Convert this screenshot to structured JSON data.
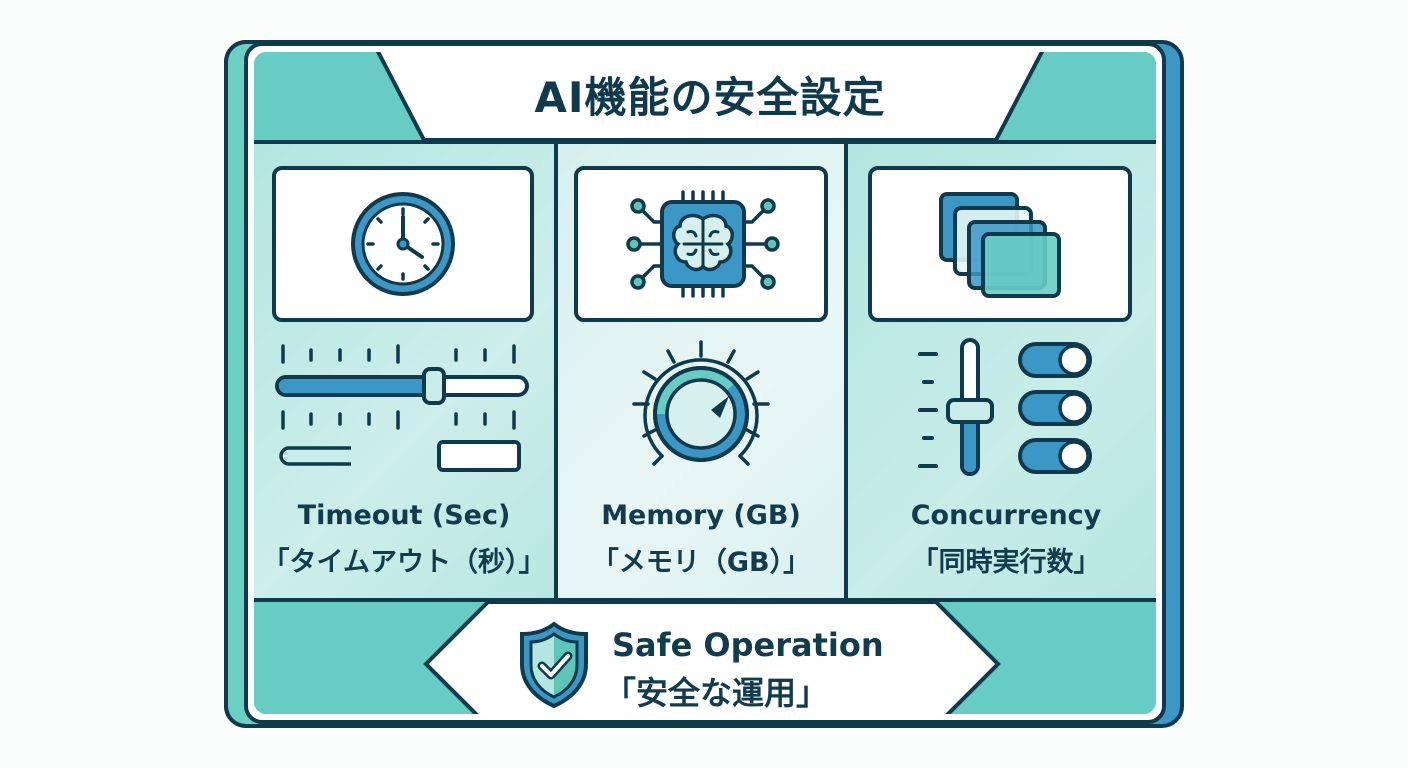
{
  "title": "AI機能の安全設定",
  "colors": {
    "outline": "#0f3a4d",
    "teal": "#67cdc4",
    "blue": "#3a97c6",
    "light_teal": "#b3e6e1",
    "pale": "#e8f6f5",
    "white": "#ffffff"
  },
  "columns": [
    {
      "id": "timeout",
      "icon": "clock-icon",
      "control": "horizontal-slider",
      "slider_position_pct": 58,
      "label_en": "Timeout (Sec)",
      "label_ja": "「タイムアウト（秒）」"
    },
    {
      "id": "memory",
      "icon": "brain-chip-icon",
      "control": "dial-knob",
      "label_en": "Memory (GB)",
      "label_ja": "「メモリ（GB）」"
    },
    {
      "id": "concurrency",
      "icon": "stacked-layers-icon",
      "control": "vertical-slider-and-toggles",
      "toggles": [
        true,
        true,
        true
      ],
      "label_en": "Concurrency",
      "label_ja": "「同時実行数」"
    }
  ],
  "footer": {
    "icon": "shield-check-icon",
    "label_en": "Safe Operation",
    "label_ja": "「安全な運用」"
  }
}
